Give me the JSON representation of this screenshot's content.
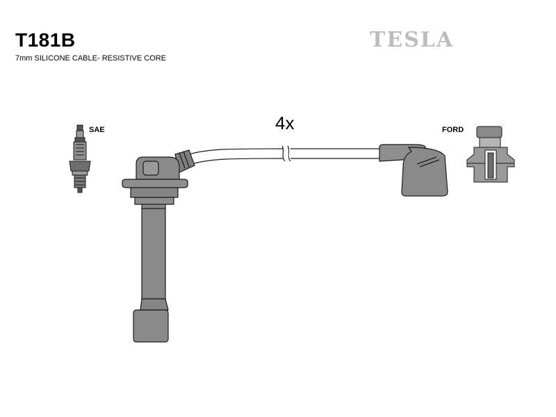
{
  "header": {
    "part_code": "T181B",
    "description": "7mm SILICONE CABLE- RESISTIVE CORE",
    "brand": "TESLA"
  },
  "diagram": {
    "left_terminal_label": "SAE",
    "right_terminal_label": "FORD",
    "quantity": "4x"
  },
  "colors": {
    "part_fill": "#8a8a8a",
    "part_stroke": "#1a1a1a",
    "brand_gray": "#bdbdbd"
  }
}
